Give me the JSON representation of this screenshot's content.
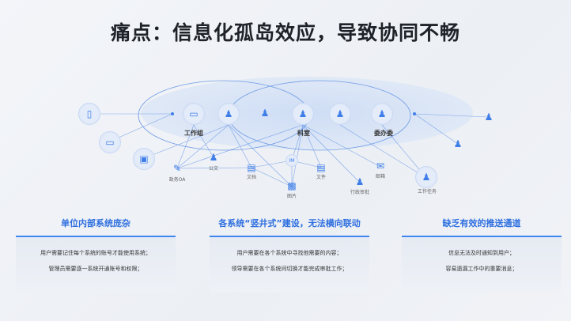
{
  "title": "痛点：信息化孤岛效应，导致协同不畅",
  "diagram": {
    "groups": [
      "工作组",
      "科室",
      "委办委"
    ],
    "systems": [
      "政务OA",
      "公文",
      "文档",
      "IM",
      "文件",
      "图片",
      "邮箱",
      "行政审批",
      "工作任务"
    ]
  },
  "columns": [
    {
      "heading": "单位内部系统庞杂",
      "lines": [
        "用户需要记住每个系统的账号才能使用系统；",
        "管理员需要逐一系统开通账号和权限；"
      ]
    },
    {
      "heading": "各系统“竖井式”建设，无法横向联动",
      "lines": [
        "用户需要在各个系统中寻找他需要的内容；",
        "领导需要在各个系统间切换才能完成审批工作；"
      ]
    },
    {
      "heading": "缺乏有效的推送通道",
      "lines": [
        "信息无法及时通知到用户；",
        "容易遗漏工作中的重要消息；"
      ]
    }
  ],
  "colors": {
    "accent": "#3f86f0",
    "heading": "#2e6fe0"
  }
}
